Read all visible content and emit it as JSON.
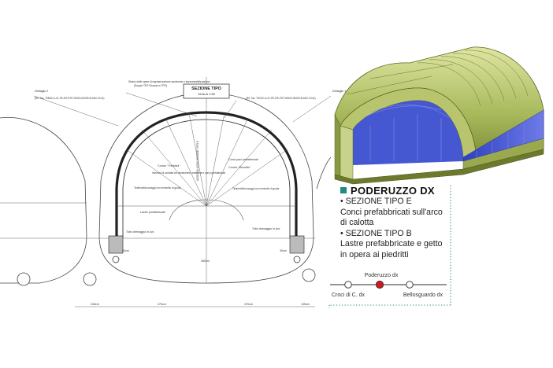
{
  "drawing": {
    "section_box_title": "SEZIONE TIPO",
    "section_box_scale": "SCALA 1:50",
    "detail_left": "Dettaglio 2",
    "detail_right": "Dettaglio 1",
    "ref_left": "(Rif. Tav. T0B32-LL21-PE-RS-PST-00000-00000-B-ASC-0141)",
    "ref_right": "(Rif. Tav. T0C02-LL21-PE-RS-PST-00000-00000-B-ASC-0141)",
    "label_top_strip": "Sfalcio delle opere di regolarizzazione pavimento e impermeabilizzazione",
    "label_top_strip2": "(Doppio TNT+Guaina in TPO)",
    "label_concio_trevidea": "Concio \"Trevidea\"",
    "label_iniezioni": "Iniezioni di contatto tra rivestimento esistente e conci prefabbricati",
    "label_tirafondi_left": "Tirafondi/Ancoraggi con verricello di guida",
    "label_conci_right": "Conci pavi prefabbricati",
    "label_concio_monolito": "Concio \"Monolito\"",
    "label_tirafondi_right": "Tirafondi/Ancoraggi con verricello di guida",
    "label_lastre": "Lastre prefabbricate",
    "label_tubo_left": "Tubo drenaggio in pvc",
    "label_tubo_right": "Tubo drenaggio in pvc",
    "label_center_vertical": "ASSE GALLERIA SEZIONE TIPO E",
    "dims": [
      "245cm",
      "470cm",
      "470cm",
      "135cm",
      "30cm",
      "30cm",
      "260cm"
    ]
  },
  "legend": {
    "title": "PODERUZZO DX",
    "lines": [
      "• SEZIONE TIPO E",
      "Conci prefabbricati sull'arco",
      "di calotta",
      "• SEZIONE TIPO B",
      "Lastre prefabbricate e getto",
      "in opera ai piedritti"
    ]
  },
  "route": {
    "current": "Poderuzzo dx",
    "left": "Croci di C. dx",
    "right": "Bellosguardo dx"
  },
  "colors": {
    "accent": "#1f8a83",
    "station_current": "#d8151c",
    "tunnel_inner": "#3b4fd0",
    "tunnel_outer": "#9caf55"
  }
}
